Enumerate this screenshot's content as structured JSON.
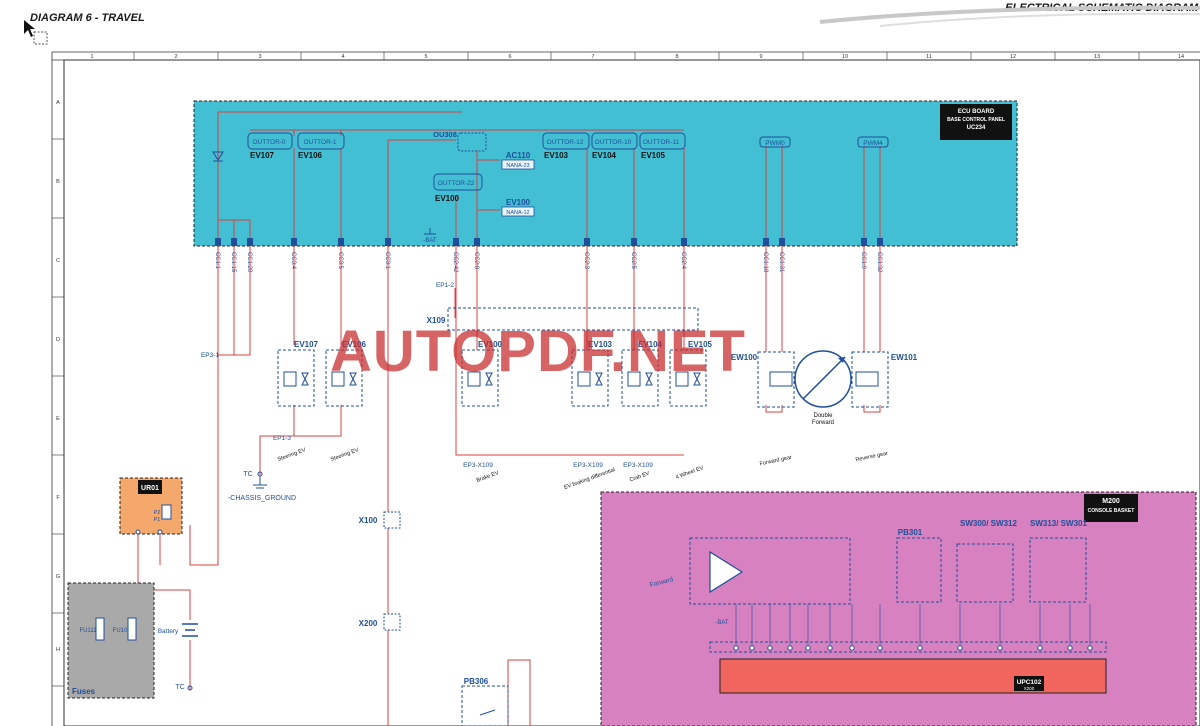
{
  "header": {
    "diagram_title": "DIAGRAM 6 - TRAVEL",
    "schematic_title": "ELECTRICAL SCHEMATIC DIAGRAM"
  },
  "grid": {
    "columns": [
      "1",
      "2",
      "3",
      "4",
      "5",
      "6",
      "7",
      "8",
      "9",
      "10",
      "11",
      "12",
      "13",
      "14"
    ],
    "rows": [
      "A",
      "B",
      "C",
      "D",
      "E",
      "F",
      "G",
      "H"
    ]
  },
  "ecu": {
    "title_lines": [
      "ECU BOARD",
      "BASE CONTROL PANEL",
      "UC234"
    ],
    "outputs": [
      "OUTTOR-0",
      "OUTTOR-1",
      "OUTTOR-12",
      "OUTTOR-10",
      "OUTTOR-11",
      "OUTTOR-22"
    ],
    "output_labels": [
      "EV107",
      "EV106",
      "EV103",
      "EV104",
      "EV105",
      "EV100"
    ],
    "ou_label": "OU308",
    "ac110": {
      "label": "AC110",
      "box": "NANA-23"
    },
    "ev100": {
      "label": "EV100",
      "box": "NANA-12"
    },
    "bat": "-BAT",
    "pwm": [
      "PWM0",
      "PWM4"
    ],
    "pins": [
      "CC1:1",
      "CC1:15",
      "CC1:29",
      "CC3:4",
      "CC3:5",
      "CC3:1",
      "CC2:42",
      "CC2:8",
      "CC2:3",
      "CC2:5",
      "CC2:4",
      "CC1:18",
      "CC1:31",
      "CC1:9",
      "CC1:32"
    ]
  },
  "connectors": {
    "x109": "X109",
    "ep1_2": "EP1-2",
    "ep3_1": "EP3-1",
    "ep1_3": "EP1-3",
    "ep3_x109": [
      "EP3-X109",
      "EP3-X109",
      "EP3-X109"
    ],
    "x100": "X100",
    "x200": "X200",
    "tc": [
      "TC",
      "TC"
    ],
    "chassis_ground": "-CHASSIS_GROUND"
  },
  "components": {
    "ev_top": [
      "EV107",
      "EV106",
      "EV100",
      "EV103",
      "EV104",
      "EV105"
    ],
    "ew": [
      "EW100",
      "EW101"
    ],
    "motor_text": [
      "Double",
      "Forward"
    ],
    "notes": [
      "Steering EV",
      "Steering EV",
      "Brake EV",
      "EV braking differential",
      "Crab EV",
      "4 Wheel EV",
      "Forward gear",
      "Reverse gear"
    ]
  },
  "ur01": {
    "title": "UR01",
    "terminals": [
      "P2",
      "P1"
    ]
  },
  "fuses": {
    "label": "Fuses",
    "items": [
      "FU111",
      "FU10"
    ],
    "battery": "Battery"
  },
  "pb306": "PB306",
  "console": {
    "title": "M200",
    "subtitle": "CONSOLE BASKET",
    "switches": [
      "PB301",
      "SW300/ SW312",
      "SW313/ SW301"
    ],
    "upc": {
      "title": "UPC102",
      "sub": "X200"
    },
    "forward": "Forward",
    "bat": "-BAT"
  },
  "watermark": "AUTOPDF.NET",
  "colors": {
    "ecu_fill": "#43bfd4",
    "console_fill": "#d881c0",
    "ur01_fill": "#f5a86b",
    "fuses_fill": "#a9a9a9",
    "upc_fill": "#f0655d",
    "wire_red": "#e04040",
    "blue": "#2f64b5"
  }
}
